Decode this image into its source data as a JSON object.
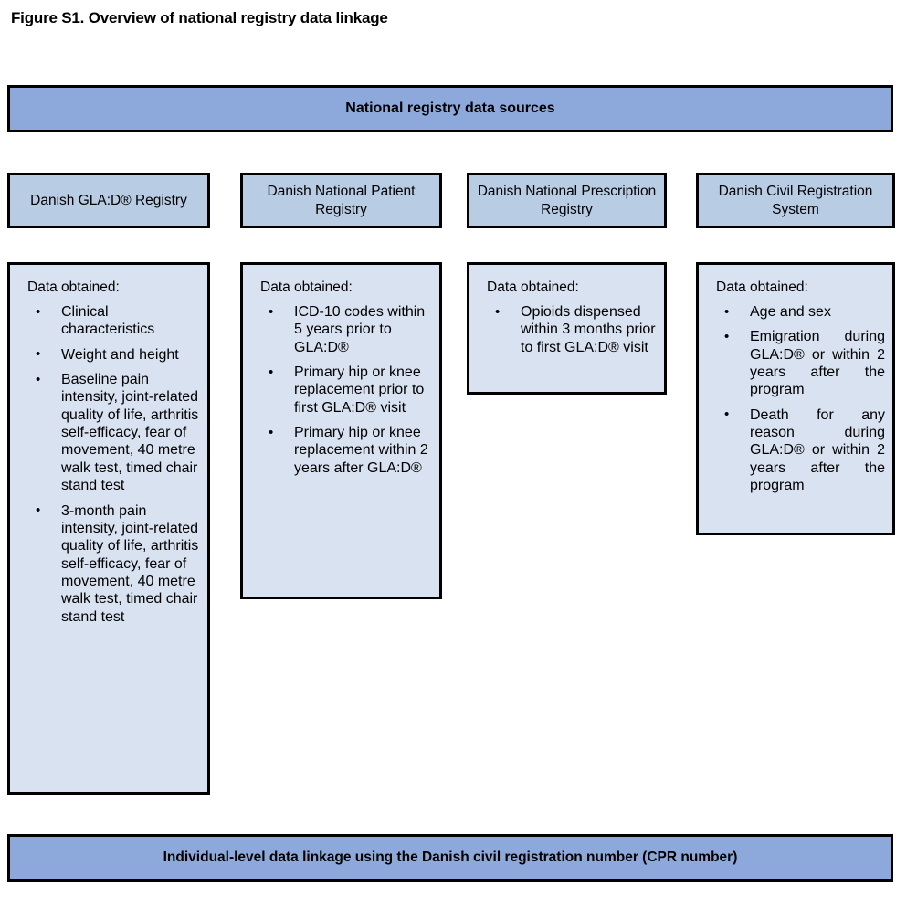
{
  "figure": {
    "title": "Figure S1. Overview of national registry data linkage"
  },
  "colors": {
    "banner_blue": "#8DA9DB",
    "header_blue": "#B8CCE4",
    "body_blue": "#D9E2F0",
    "border": "#000000",
    "text": "#000000",
    "page_background": "#FFFFFF"
  },
  "banner_top": {
    "label": "National registry data sources"
  },
  "banner_bottom": {
    "label": "Individual-level data linkage using the Danish civil registration number (CPR number)"
  },
  "bullet_glyph": "•",
  "columns": [
    {
      "header": "Danish GLA:D® Registry",
      "obtained_label": "Data obtained:",
      "items": [
        "Clinical characteristics",
        "Weight and height",
        "Baseline pain intensity, joint-related quality of life, arthritis self-efficacy, fear of movement, 40 metre walk test, timed chair stand test",
        "3-month pain intensity, joint-related quality of life, arthritis self-efficacy, fear of movement, 40 metre walk test, timed chair stand test"
      ]
    },
    {
      "header": "Danish National Patient Registry",
      "obtained_label": "Data obtained:",
      "items": [
        "ICD-10 codes within 5 years prior to GLA:D®",
        "Primary hip or knee replacement prior to first GLA:D® visit",
        "Primary hip or knee replacement within 2 years after GLA:D®"
      ]
    },
    {
      "header": "Danish National Prescription Registry",
      "obtained_label": "Data obtained:",
      "items": [
        "Opioids dispensed within 3 months prior to first GLA:D® visit"
      ]
    },
    {
      "header": "Danish Civil Registration System",
      "obtained_label": "Data obtained:",
      "items": [
        "Age and sex",
        "Emigration during GLA:D® or within 2 years after the program",
        "Death for any reason during GLA:D® or within 2 years after the program"
      ]
    }
  ]
}
